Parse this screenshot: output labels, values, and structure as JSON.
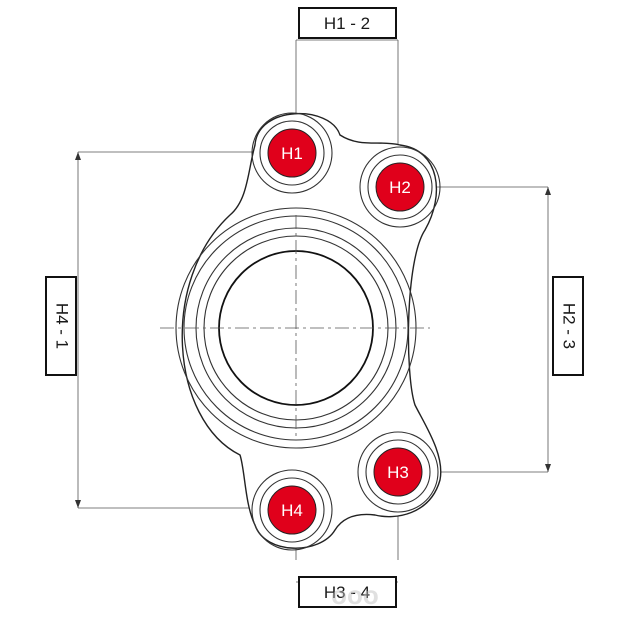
{
  "dimensions": {
    "top": "H1 - 2",
    "right": "H2 - 3",
    "bottom": "H3 - 4",
    "left": "H4 - 1"
  },
  "holes": {
    "h1": "H1",
    "h2": "H2",
    "h3": "H3",
    "h4": "H4"
  },
  "colors": {
    "hole_fill": "#e0001b",
    "line": "#222222"
  },
  "watermark": "ooo"
}
